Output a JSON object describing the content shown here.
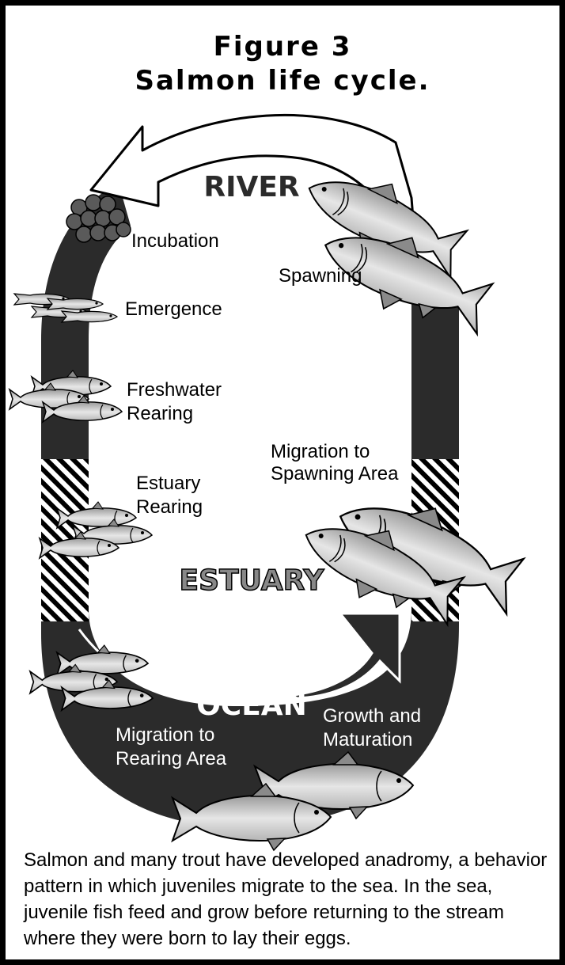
{
  "figure": {
    "title_line1": "Figure 3",
    "title_line2": "Salmon life cycle."
  },
  "zones": {
    "river": "RIVER",
    "estuary": "ESTUARY",
    "ocean": "OCEAN"
  },
  "stages": {
    "incubation": "Incubation",
    "emergence": "Emergence",
    "freshwater_rearing_1": "Freshwater",
    "freshwater_rearing_2": "Rearing",
    "estuary_rearing_1": "Estuary",
    "estuary_rearing_2": "Rearing",
    "migration_rearing_1": "Migration to",
    "migration_rearing_2": "Rearing Area",
    "growth_1": "Growth and",
    "growth_2": "Maturation",
    "migration_spawning_1": "Migration to",
    "migration_spawning_2": "Spawning Area",
    "spawning": "Spawning"
  },
  "caption": {
    "text": "Salmon and many trout have developed anadromy, a behavior pattern in which juveniles migrate to the sea. In the sea, juvenile fish feed and grow before returning to the stream where they were born to lay their eggs."
  },
  "colors": {
    "loop_band": "#2b2b2b",
    "fish_fill": "#c9c9c9",
    "fish_fin": "#8a8a8a",
    "egg": "#5a5a5a",
    "estuary_hatch": "#000000"
  },
  "icons": [
    "egg-cluster-icon",
    "fry-fish-icon",
    "juvenile-fish-icon",
    "adult-salmon-icon",
    "cycle-arrow-icon"
  ]
}
